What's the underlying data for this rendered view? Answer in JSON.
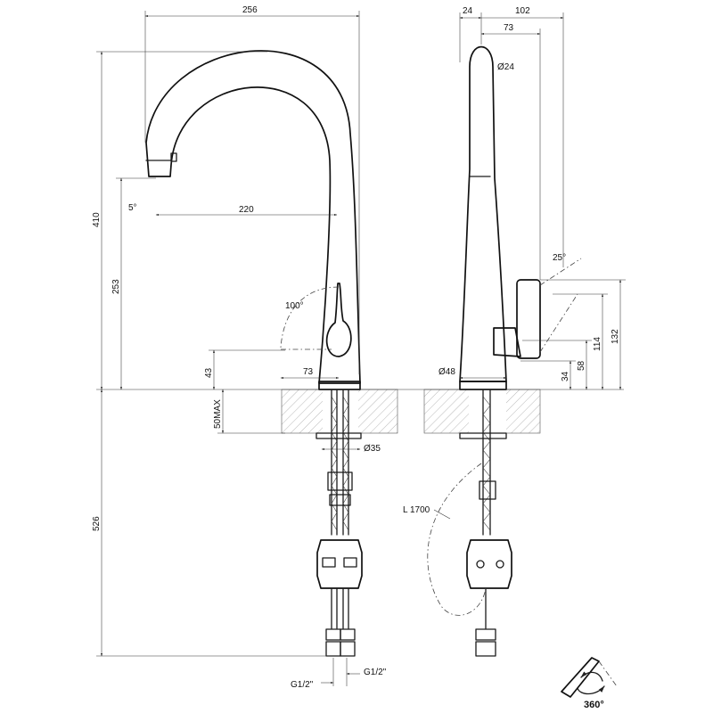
{
  "dims": {
    "d256": "256",
    "d24": "24",
    "d102": "102",
    "d73_top": "73",
    "d24_dia": "Ø24",
    "d410": "410",
    "d253": "253",
    "d5": "5°",
    "d220": "220",
    "d100": "100°",
    "d73": "73",
    "d43": "43",
    "d50max": "50MAX",
    "d35": "Ø35",
    "d526": "526",
    "d25": "25°",
    "d132": "132",
    "d114": "114",
    "d58": "58",
    "d34": "34",
    "d48": "Ø48",
    "dL1700": "L 1700",
    "dG1": "G1/2\"",
    "dG2": "G1/2\"",
    "d360": "360°"
  }
}
